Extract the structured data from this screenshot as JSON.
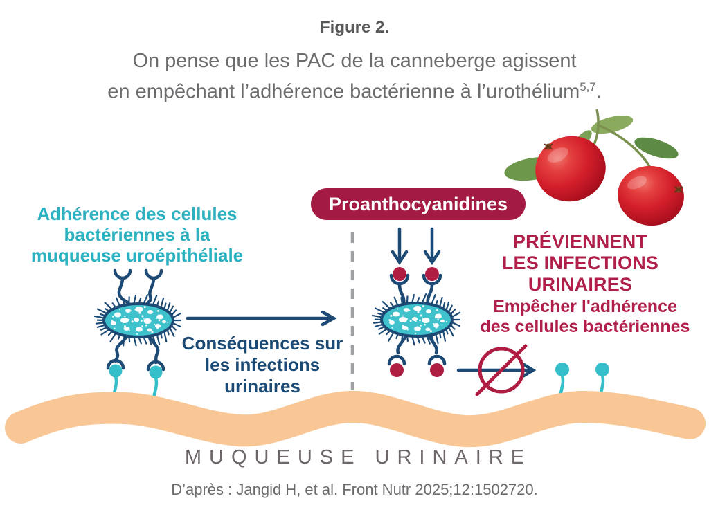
{
  "figure": {
    "label": "Figure 2."
  },
  "title": {
    "line1": "On pense que les PAC de la canneberge agissent",
    "line2_main": "en empêchant l’adhérence bactérienne à l’urothélium",
    "line2_sup": "5,7",
    "line2_end": "."
  },
  "left_panel": {
    "caption_lines": [
      "Adhérence des cellules",
      "bactériennes à la",
      "muqueuse uroépithéliale"
    ],
    "arrow_caption_lines": [
      "Conséquences sur",
      "les infections",
      "urinaires"
    ]
  },
  "right_panel": {
    "badge_label": "Proanthocyanidines",
    "prevent_lines": [
      "PRÉVIENNENT",
      "LES INFECTIONS",
      "URINAIRES"
    ],
    "block_lines": [
      "Empêcher l'adhérence",
      "des cellules bactériennes"
    ]
  },
  "footer": {
    "mucosa_label": "MUQUEUSE URINAIRE",
    "citation": "D’après : Jangid H, et al. Front Nutr 2025;12:1502720."
  },
  "icons": {
    "cranberries": "cranberries-photo-illustration",
    "bacterium_left": "bacterium-adhering-illustration",
    "bacterium_right": "bacterium-blocked-by-pacs-illustration",
    "arrow_right": "right-arrow-icon",
    "down_arrows": "pac-down-arrow-icons",
    "no_adherence": "no-adherence-blocked-icon",
    "receptor_pins": "mucosa-receptor-pin-icons",
    "divider": "dashed-divider-line",
    "mucosa_wave": "mucosa-wave-band"
  },
  "colors": {
    "teal_text": "#2bb1bf",
    "teal_fill": "#3fc2cc",
    "navy": "#1c4a74",
    "badge_red": "#a31b42",
    "red_text": "#b01f49",
    "mucosa_orange": "#f9c795",
    "gray_text": "#6b6c6e",
    "dash_gray": "#9da0a3"
  }
}
